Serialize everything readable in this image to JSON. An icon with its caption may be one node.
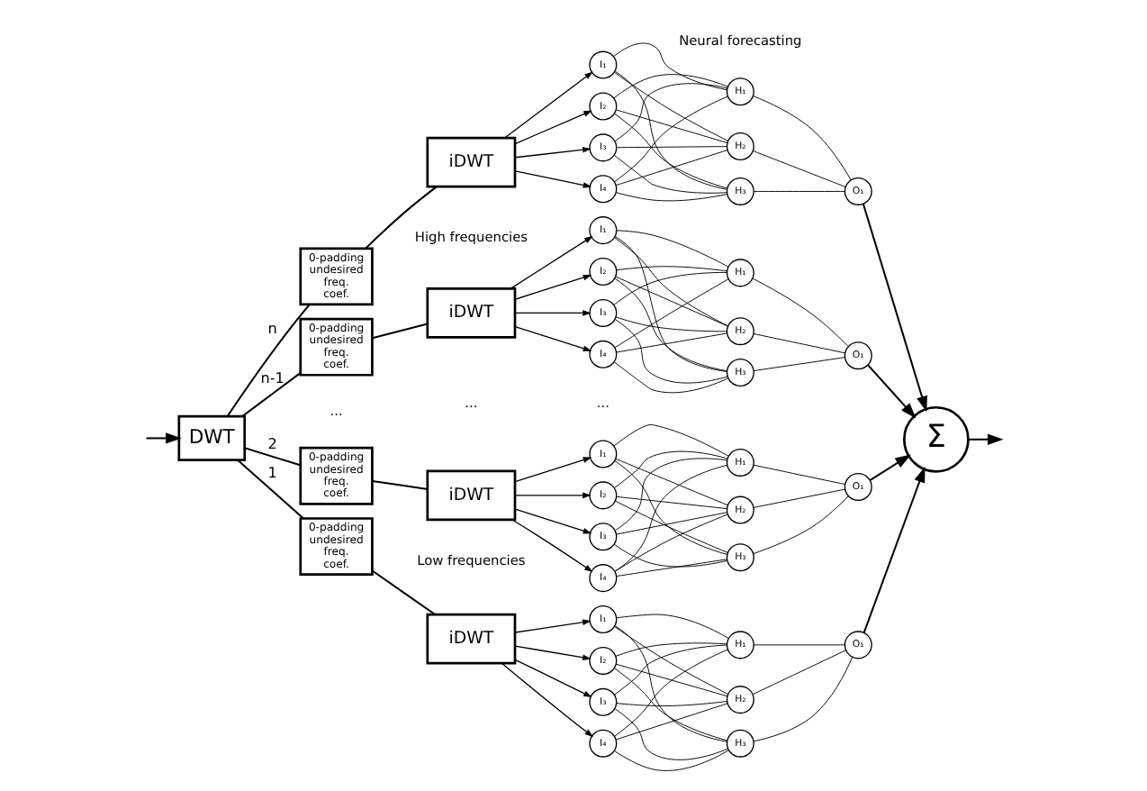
{
  "diagram": {
    "nodes": [
      {
        "text": [
          "DWT"
        ]
      },
      {
        "text": [
          "0-padding undesired freq. coef."
        ]
      },
      {
        "text": [
          "iDWT"
        ]
      },
      {
        "text": [
          "I₁"
        ]
      },
      {
        "text": [
          "I₂"
        ]
      },
      {
        "text": [
          "I₃"
        ]
      },
      {
        "text": [
          "I₄"
        ]
      },
      {
        "text": [
          "H₁"
        ]
      },
      {
        "text": [
          "H₂"
        ]
      },
      {
        "text": [
          "H₃"
        ]
      },
      {
        "text": [
          "O₁"
        ]
      },
      {
        "text": [
          "0-padding undesired freq. coef."
        ]
      },
      {
        "text": [
          "iDWT"
        ]
      },
      {
        "text": [
          "I₁"
        ]
      },
      {
        "text": [
          "I₂"
        ]
      },
      {
        "text": [
          "I₃"
        ]
      },
      {
        "text": [
          "I₄"
        ]
      },
      {
        "text": [
          "H₁"
        ]
      },
      {
        "text": [
          "H₂"
        ]
      },
      {
        "text": [
          "H₃"
        ]
      },
      {
        "text": [
          "O₁"
        ]
      },
      {
        "text": [
          "0-padding undesired freq. coef."
        ]
      },
      {
        "text": [
          "iDWT"
        ]
      },
      {
        "text": [
          "I₁"
        ]
      },
      {
        "text": [
          "I₂"
        ]
      },
      {
        "text": [
          "I₃"
        ]
      },
      {
        "text": [
          "I₄"
        ]
      },
      {
        "text": [
          "H₁"
        ]
      },
      {
        "text": [
          "H₂"
        ]
      },
      {
        "text": [
          "H₃"
        ]
      },
      {
        "text": [
          "O₁"
        ]
      },
      {
        "text": [
          "0-padding undesired freq. coef."
        ]
      },
      {
        "text": [
          "iDWT"
        ]
      },
      {
        "text": [
          "I₁"
        ]
      },
      {
        "text": [
          "I₂"
        ]
      },
      {
        "text": [
          "I₃"
        ]
      },
      {
        "text": [
          "I₄"
        ]
      },
      {
        "text": [
          "H₁"
        ]
      },
      {
        "text": [
          "H₂"
        ]
      },
      {
        "text": [
          "H₃"
        ]
      },
      {
        "text": [
          "O₁"
        ]
      },
      {
        "text": [
          "Σ"
        ]
      }
    ],
    "edges": [
      {
        "from": null,
        "to": 0,
        "arrow": "to"
      },
      {
        "from": 0,
        "to": 1,
        "arrow": "none",
        "label": "n"
      },
      {
        "from": 1,
        "to": 2,
        "arrow": "none"
      },
      {
        "from": 2,
        "to": 3,
        "arrow": "to"
      },
      {
        "from": 2,
        "to": 4,
        "arrow": "to"
      },
      {
        "from": 2,
        "to": 5,
        "arrow": "to"
      },
      {
        "from": 2,
        "to": 6,
        "arrow": "to"
      },
      {
        "from": 3,
        "to": 7,
        "arrow": "none"
      },
      {
        "from": 3,
        "to": 8,
        "arrow": "none"
      },
      {
        "from": 3,
        "to": 9,
        "arrow": "none"
      },
      {
        "from": 4,
        "to": 7,
        "arrow": "none"
      },
      {
        "from": 4,
        "to": 8,
        "arrow": "none"
      },
      {
        "from": 4,
        "to": 9,
        "arrow": "none"
      },
      {
        "from": 5,
        "to": 7,
        "arrow": "none"
      },
      {
        "from": 5,
        "to": 8,
        "arrow": "none"
      },
      {
        "from": 5,
        "to": 9,
        "arrow": "none"
      },
      {
        "from": 6,
        "to": 7,
        "arrow": "none"
      },
      {
        "from": 6,
        "to": 8,
        "arrow": "none"
      },
      {
        "from": 6,
        "to": 9,
        "arrow": "none"
      },
      {
        "from": 7,
        "to": 10,
        "arrow": "none"
      },
      {
        "from": 8,
        "to": 10,
        "arrow": "none"
      },
      {
        "from": 9,
        "to": 10,
        "arrow": "none"
      },
      {
        "from": 10,
        "to": 41,
        "arrow": "to"
      },
      {
        "from": 0,
        "to": 11,
        "arrow": "none",
        "label": "n-1"
      },
      {
        "from": 11,
        "to": 12,
        "arrow": "none"
      },
      {
        "from": 12,
        "to": 13,
        "arrow": "to"
      },
      {
        "from": 12,
        "to": 14,
        "arrow": "to"
      },
      {
        "from": 12,
        "to": 15,
        "arrow": "to"
      },
      {
        "from": 12,
        "to": 16,
        "arrow": "to"
      },
      {
        "from": 13,
        "to": 17,
        "arrow": "none"
      },
      {
        "from": 13,
        "to": 18,
        "arrow": "none"
      },
      {
        "from": 13,
        "to": 19,
        "arrow": "none"
      },
      {
        "from": 14,
        "to": 17,
        "arrow": "none"
      },
      {
        "from": 14,
        "to": 18,
        "arrow": "none"
      },
      {
        "from": 14,
        "to": 19,
        "arrow": "none"
      },
      {
        "from": 15,
        "to": 17,
        "arrow": "none"
      },
      {
        "from": 15,
        "to": 18,
        "arrow": "none"
      },
      {
        "from": 15,
        "to": 19,
        "arrow": "none"
      },
      {
        "from": 16,
        "to": 17,
        "arrow": "none"
      },
      {
        "from": 16,
        "to": 18,
        "arrow": "none"
      },
      {
        "from": 16,
        "to": 19,
        "arrow": "none"
      },
      {
        "from": 17,
        "to": 20,
        "arrow": "none"
      },
      {
        "from": 18,
        "to": 20,
        "arrow": "none"
      },
      {
        "from": 19,
        "to": 20,
        "arrow": "none"
      },
      {
        "from": 20,
        "to": 41,
        "arrow": "to"
      },
      {
        "from": 0,
        "to": 21,
        "arrow": "none",
        "label": "2"
      },
      {
        "from": 21,
        "to": 22,
        "arrow": "none"
      },
      {
        "from": 22,
        "to": 23,
        "arrow": "to"
      },
      {
        "from": 22,
        "to": 24,
        "arrow": "to"
      },
      {
        "from": 22,
        "to": 25,
        "arrow": "to"
      },
      {
        "from": 22,
        "to": 26,
        "arrow": "to"
      },
      {
        "from": 23,
        "to": 27,
        "arrow": "none"
      },
      {
        "from": 23,
        "to": 28,
        "arrow": "none"
      },
      {
        "from": 23,
        "to": 29,
        "arrow": "none"
      },
      {
        "from": 24,
        "to": 27,
        "arrow": "none"
      },
      {
        "from": 24,
        "to": 28,
        "arrow": "none"
      },
      {
        "from": 24,
        "to": 29,
        "arrow": "none"
      },
      {
        "from": 25,
        "to": 27,
        "arrow": "none"
      },
      {
        "from": 25,
        "to": 28,
        "arrow": "none"
      },
      {
        "from": 25,
        "to": 29,
        "arrow": "none"
      },
      {
        "from": 26,
        "to": 27,
        "arrow": "none"
      },
      {
        "from": 26,
        "to": 28,
        "arrow": "none"
      },
      {
        "from": 26,
        "to": 29,
        "arrow": "none"
      },
      {
        "from": 27,
        "to": 30,
        "arrow": "none"
      },
      {
        "from": 28,
        "to": 30,
        "arrow": "none"
      },
      {
        "from": 29,
        "to": 30,
        "arrow": "none"
      },
      {
        "from": 30,
        "to": 41,
        "arrow": "to"
      },
      {
        "from": 0,
        "to": 31,
        "arrow": "none",
        "label": "1"
      },
      {
        "from": 31,
        "to": 32,
        "arrow": "none"
      },
      {
        "from": 32,
        "to": 33,
        "arrow": "to"
      },
      {
        "from": 32,
        "to": 34,
        "arrow": "to"
      },
      {
        "from": 32,
        "to": 35,
        "arrow": "to"
      },
      {
        "from": 32,
        "to": 36,
        "arrow": "to"
      },
      {
        "from": 33,
        "to": 37,
        "arrow": "none"
      },
      {
        "from": 33,
        "to": 38,
        "arrow": "none"
      },
      {
        "from": 33,
        "to": 39,
        "arrow": "none"
      },
      {
        "from": 34,
        "to": 37,
        "arrow": "none"
      },
      {
        "from": 34,
        "to": 38,
        "arrow": "none"
      },
      {
        "from": 34,
        "to": 39,
        "arrow": "none"
      },
      {
        "from": 35,
        "to": 37,
        "arrow": "none"
      },
      {
        "from": 35,
        "to": 38,
        "arrow": "none"
      },
      {
        "from": 35,
        "to": 39,
        "arrow": "none"
      },
      {
        "from": 36,
        "to": 37,
        "arrow": "none"
      },
      {
        "from": 36,
        "to": 38,
        "arrow": "none"
      },
      {
        "from": 36,
        "to": 39,
        "arrow": "none"
      },
      {
        "from": 37,
        "to": 40,
        "arrow": "none"
      },
      {
        "from": 38,
        "to": 40,
        "arrow": "none"
      },
      {
        "from": 39,
        "to": 40,
        "arrow": "none"
      },
      {
        "from": 40,
        "to": 41,
        "arrow": "to"
      },
      {
        "from": 41,
        "to": null,
        "arrow": "to"
      }
    ],
    "labels": [
      "Neural forecasting",
      "High frequencies",
      "...",
      "...",
      "...",
      "Low frequencies"
    ]
  }
}
